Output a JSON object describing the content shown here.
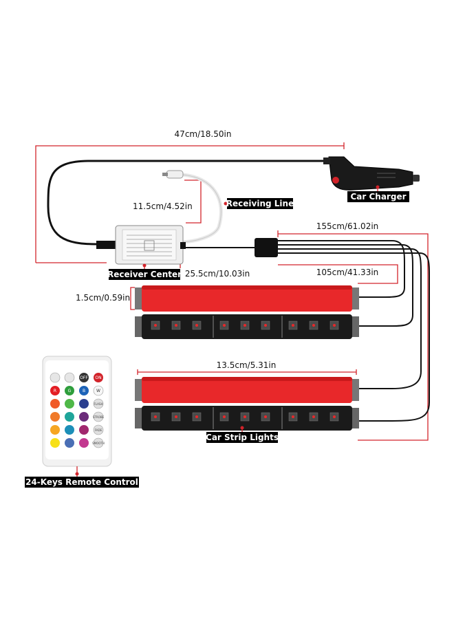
{
  "dimensions": {
    "charger_cable": "47cm/18.50in",
    "receiving_line": "11.5cm/4.52in",
    "long_lead": "155cm/61.02in",
    "receiver_to_hub": "25.5cm/10.03in",
    "short_lead": "105cm/41.33in",
    "strip_height": "1.5cm/0.59in",
    "strip_length": "13.5cm/5.31in"
  },
  "labels": {
    "car_charger": "Car Charger",
    "receiving_line": "Receiving Line",
    "receiver_center": "Receiver Center",
    "car_strip_lights": "Car Strip Lights",
    "remote_control": "24-Keys Remote Control"
  },
  "remote": {
    "off_label": "OFF",
    "on_label": "ON",
    "red_label": "R",
    "green_label": "G",
    "blue_label": "B",
    "white_label": "W",
    "flash_label": "FLASH",
    "strobe_label": "STROBE",
    "fade_label": "FADE",
    "smooth_label": "SMOOTH"
  },
  "colors": {
    "dimension_line": "#d2232a",
    "cable": "#111111",
    "strip_red": "#e8282a",
    "label_bg": "#000000"
  }
}
